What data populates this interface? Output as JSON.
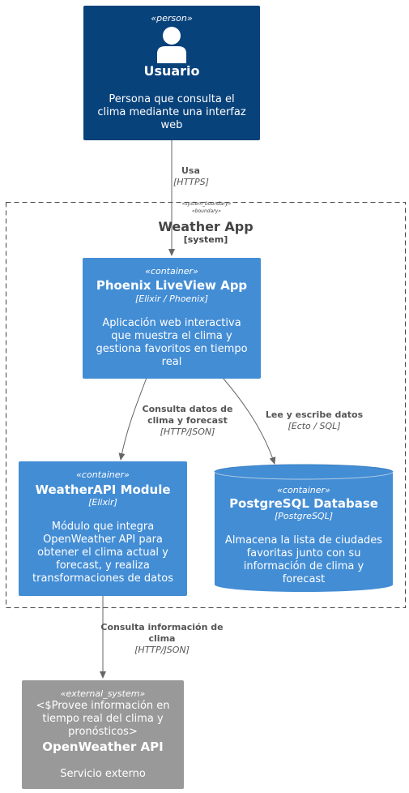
{
  "person": {
    "stereotype": "«person»",
    "title": "Usuario",
    "description": "Persona que consulta el clima mediante una interfaz web",
    "icon": "person-icon"
  },
  "boundary": {
    "stereotype1": "«system_boundary»",
    "stereotype2": "«boundary»",
    "title": "Weather App",
    "subtitle": "[system]"
  },
  "liveview": {
    "stereotype": "«container»",
    "title": "Phoenix LiveView App",
    "tech": "[Elixir / Phoenix]",
    "description": "Aplicación web interactiva que muestra el clima y gestiona favoritos en tiempo real"
  },
  "weatherapi": {
    "stereotype": "«container»",
    "title": "WeatherAPI Module",
    "tech": "[Elixir]",
    "description": "Módulo que integra OpenWeather API para obtener el clima actual y forecast, y realiza transformaciones de datos"
  },
  "postgres": {
    "stereotype": "«container»",
    "title": "PostgreSQL Database",
    "tech": "[PostgreSQL]",
    "description": "Almacena la lista de ciudades favoritas junto con su información de clima y forecast"
  },
  "external": {
    "stereotype": "«external_system»",
    "description_top": "<$Provee información en tiempo real del clima y pronósticos>",
    "title": "OpenWeather API",
    "description": "Servicio externo"
  },
  "edges": {
    "usa": {
      "label": "Usa",
      "tech": "[HTTPS]"
    },
    "consulta_datos": {
      "label": "Consulta datos de clima y forecast",
      "tech": "[HTTP/JSON]"
    },
    "lee_escribe": {
      "label": "Lee y escribe datos",
      "tech": "[Ecto / SQL]"
    },
    "consulta_info": {
      "label": "Consulta información de clima",
      "tech": "[HTTP/JSON]"
    }
  },
  "colors": {
    "person": "#08427b",
    "container": "#438dd5",
    "external": "#999999",
    "boundary_border": "#444444",
    "edge": "#666666"
  }
}
